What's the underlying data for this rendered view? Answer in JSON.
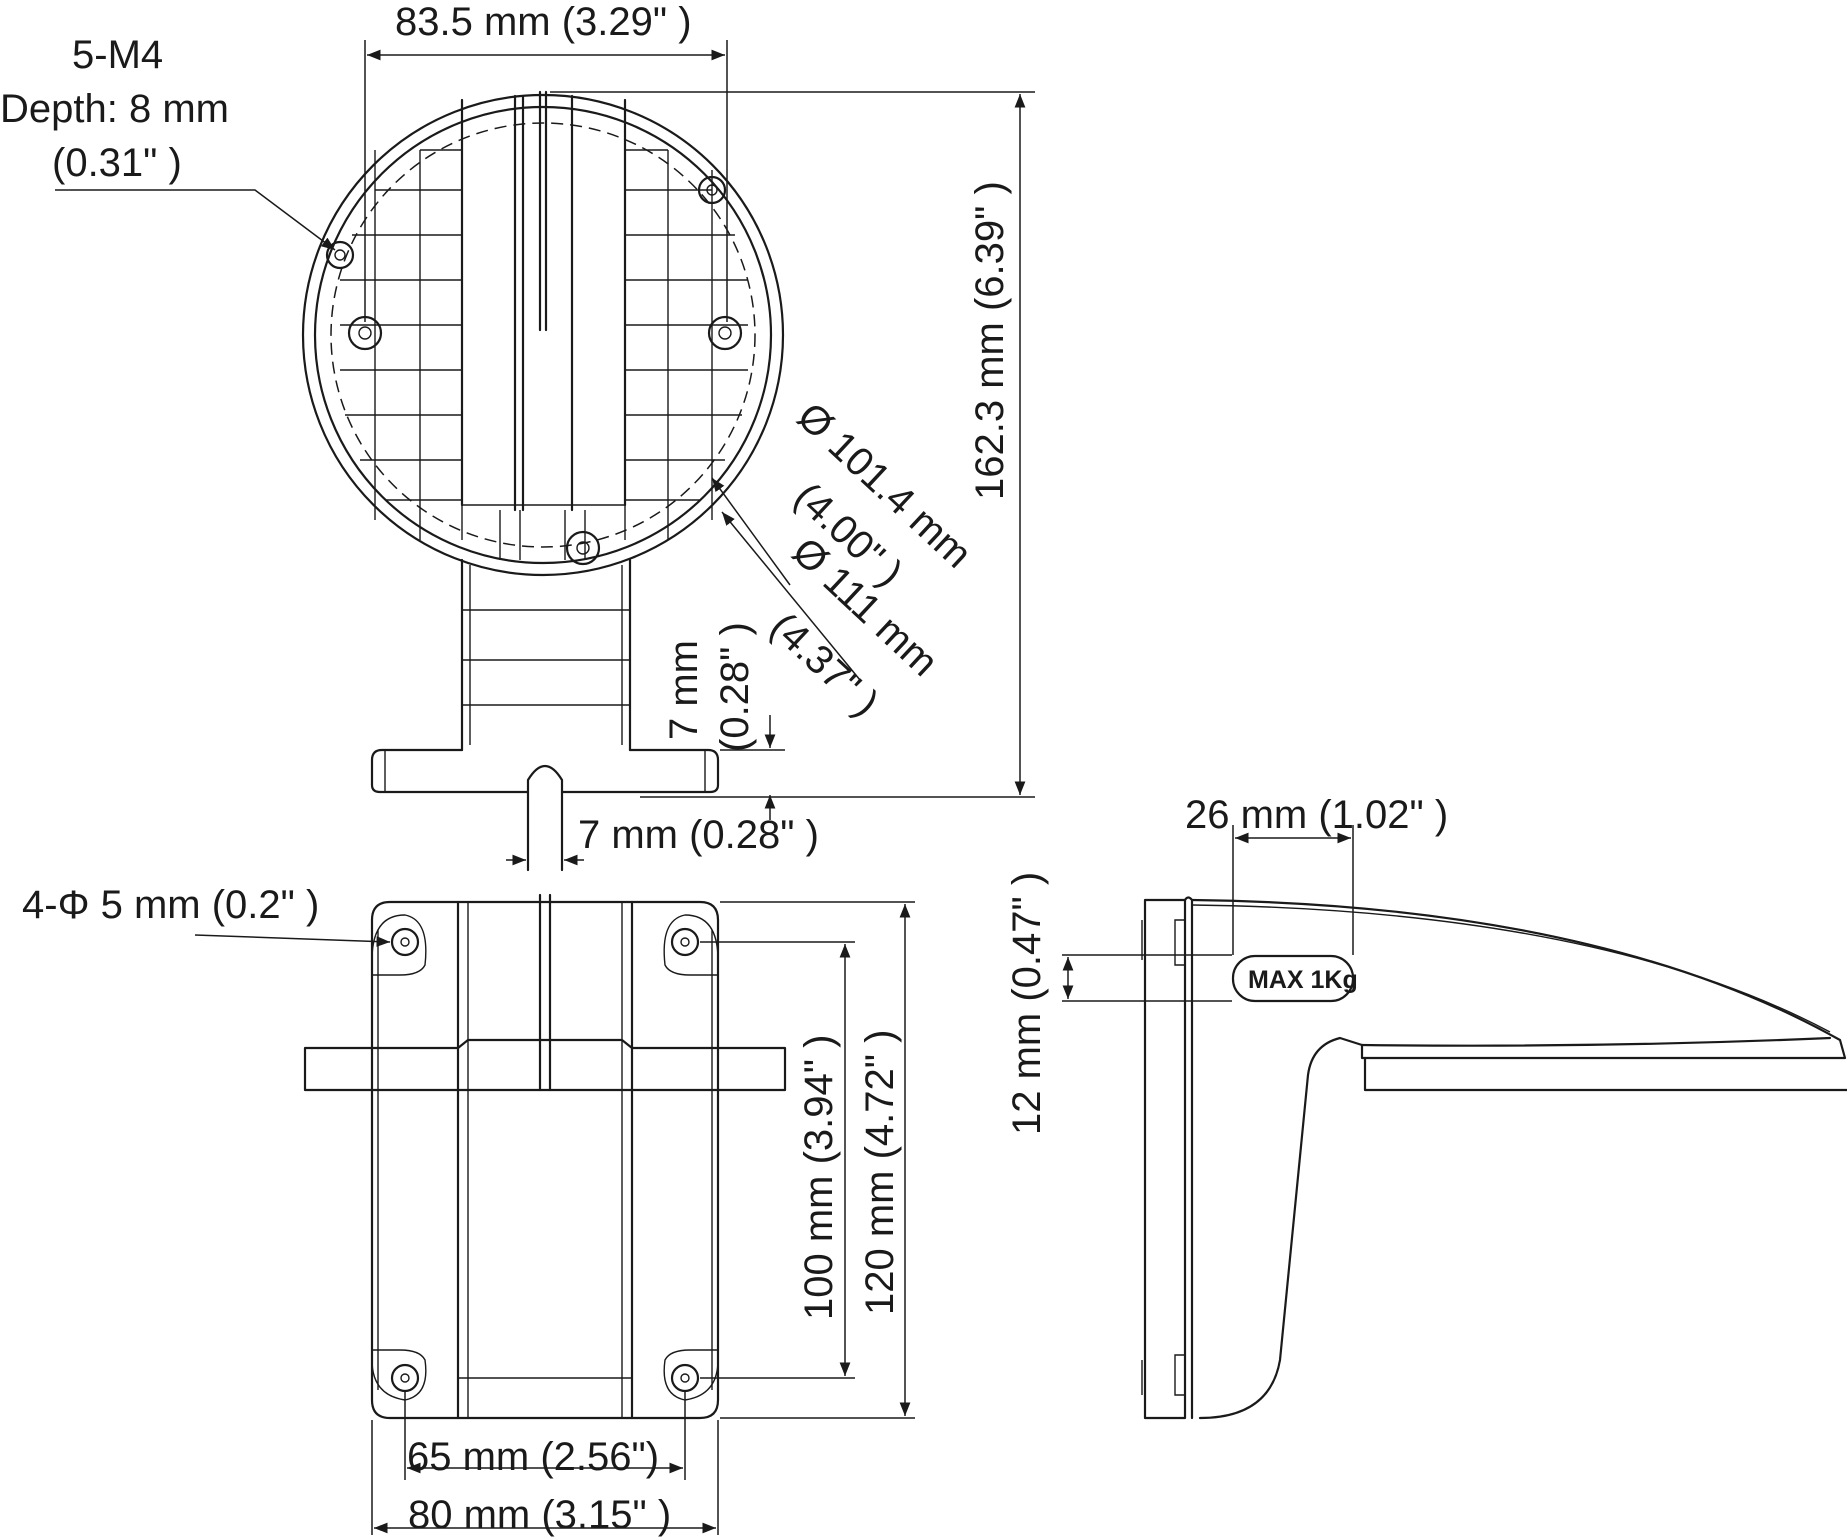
{
  "labels": {
    "top_width": "83.5 mm (3.29\" )",
    "thread_spec": "5-M4",
    "thread_depth": "Depth: 8 mm",
    "thread_depth_in": "(0.31\" )",
    "total_height": "162.3 mm (6.39\" )",
    "dia_inner": "Ø 101.4 mm",
    "dia_inner_in": "(4.00\" )",
    "dia_outer": "Ø 111 mm",
    "dia_outer_in": "(4.37\" )",
    "base_thickness": "7 mm",
    "base_thickness_in": "(0.28\" )",
    "slot_width": "7 mm (0.28\" )",
    "holes": "4-Φ 5 mm (0.2\" )",
    "hole_spacing_v": "100 mm (3.94\" )",
    "plate_height": "120 mm (4.72\" )",
    "hole_spacing_h": "65 mm (2.56\")",
    "plate_width": "80 mm (3.15\" )",
    "badge_width": "26 mm (1.02\" )",
    "badge_height": "12 mm (0.47\" )",
    "load_badge": "MAX 1Kg"
  }
}
